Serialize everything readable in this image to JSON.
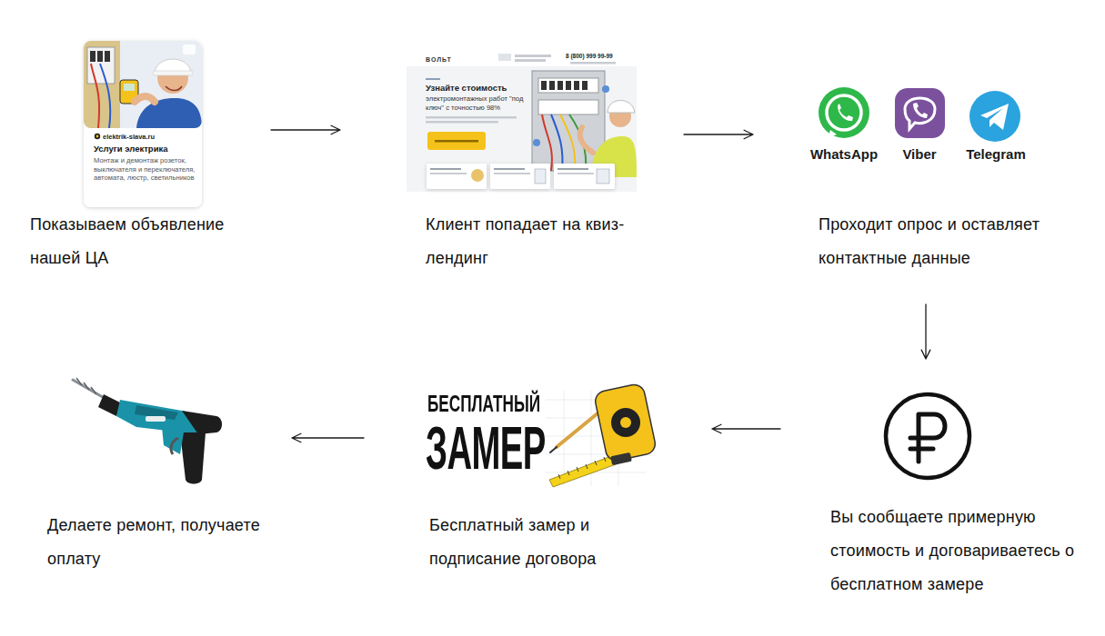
{
  "diagram": {
    "nodes": [
      {
        "text": [
          "Показываем объявление нашей ЦА"
        ]
      },
      {
        "text": [
          "Клиент попадает на квиз-лендинг"
        ]
      },
      {
        "text": [
          "Проходит опрос и оставляет контактные данные"
        ]
      },
      {
        "text": [
          "Вы сообщаете примерную стоимость и договариваетесь о бесплатном замере"
        ]
      },
      {
        "text": [
          "Бесплатный замер и подписание договора"
        ]
      },
      {
        "text": [
          "Делаете ремонт, получаете оплату"
        ]
      }
    ],
    "edges": [
      {
        "from": 0,
        "to": 1,
        "arrow": "to"
      },
      {
        "from": 1,
        "to": 2,
        "arrow": "to"
      },
      {
        "from": 2,
        "to": 3,
        "arrow": "to"
      },
      {
        "from": 3,
        "to": 4,
        "arrow": "to"
      },
      {
        "from": 4,
        "to": 5,
        "arrow": "to"
      }
    ],
    "labels": [
      "elektrik-slava.ru",
      "Услуги электрика",
      "Монтаж и демонтаж розеток, выключателя и переключателя, автомата, люстр, светильников",
      "ВОЛЬТ",
      "8 (800) 999 99-99",
      "Узнайте стоимость",
      "электромонтажных работ \"под ключ\" с точностью 98%",
      "WhatsApp",
      "Viber",
      "Telegram",
      "БЕСПЛАТНЫЙ",
      "ЗАМЕР"
    ]
  }
}
